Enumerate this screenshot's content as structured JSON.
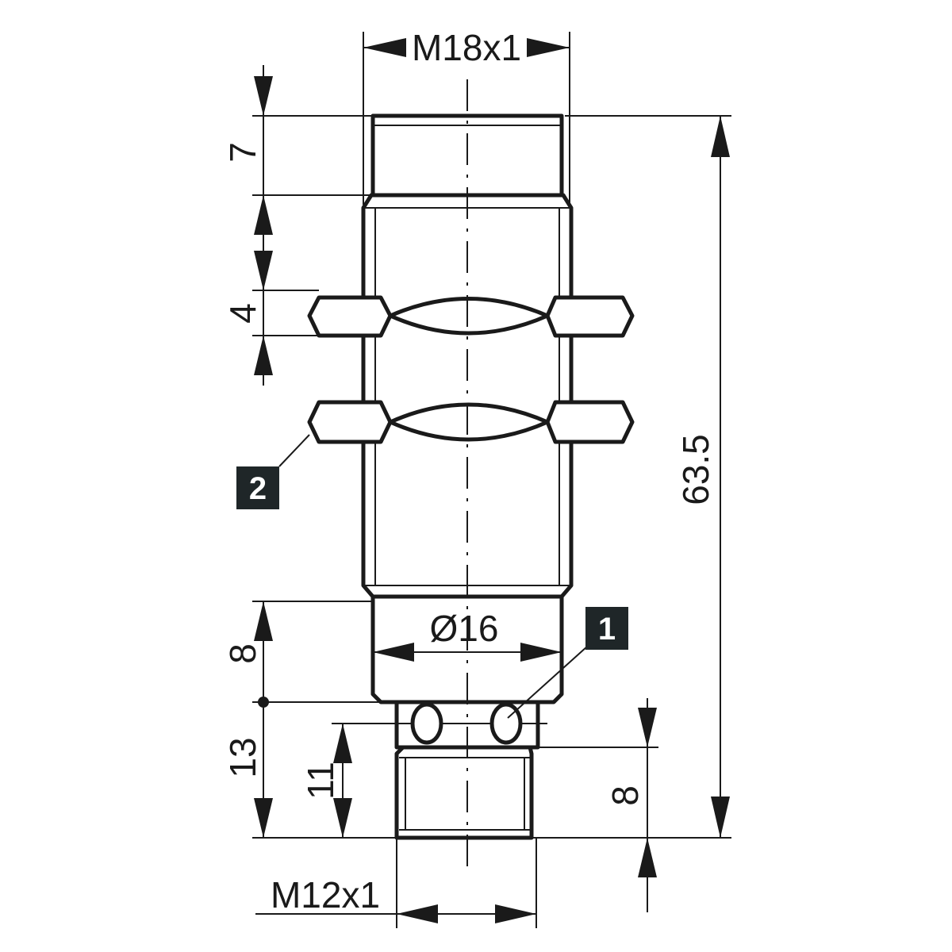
{
  "dimensions": {
    "thread_main": "M18x1",
    "thread_connector": "M12x1",
    "diameter_collar": "Ø16",
    "overall_length": "63.5",
    "cap_length": "7",
    "nut_thickness": "4",
    "collar_length": "8",
    "connector_length": "13",
    "connector_thread_length": "11",
    "connector_outer_length": "8"
  },
  "callouts": {
    "one": "1",
    "two": "2"
  },
  "colors": {
    "line": "#1a1a1a",
    "badge": "#1f2628"
  }
}
